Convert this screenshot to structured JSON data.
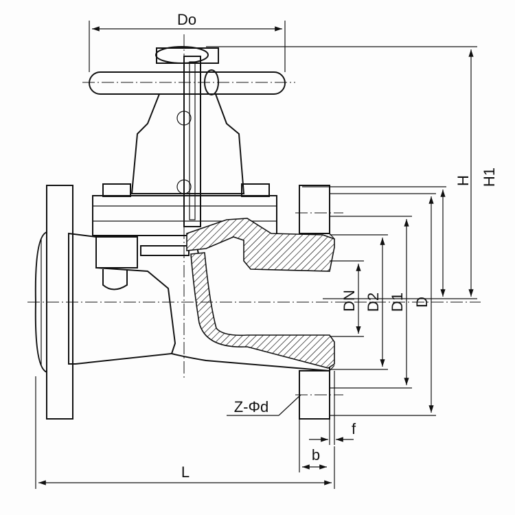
{
  "diagram": {
    "labels": {
      "handwheel_diameter": "Do",
      "height": "H",
      "height_total": "H1",
      "nominal_diameter": "DN",
      "diameter_d2": "D2",
      "diameter_d1": "D1",
      "flange_diameter": "D",
      "bolt_holes": "Z-Φd",
      "raised_face": "f",
      "flange_thickness": "b",
      "length": "L"
    }
  }
}
